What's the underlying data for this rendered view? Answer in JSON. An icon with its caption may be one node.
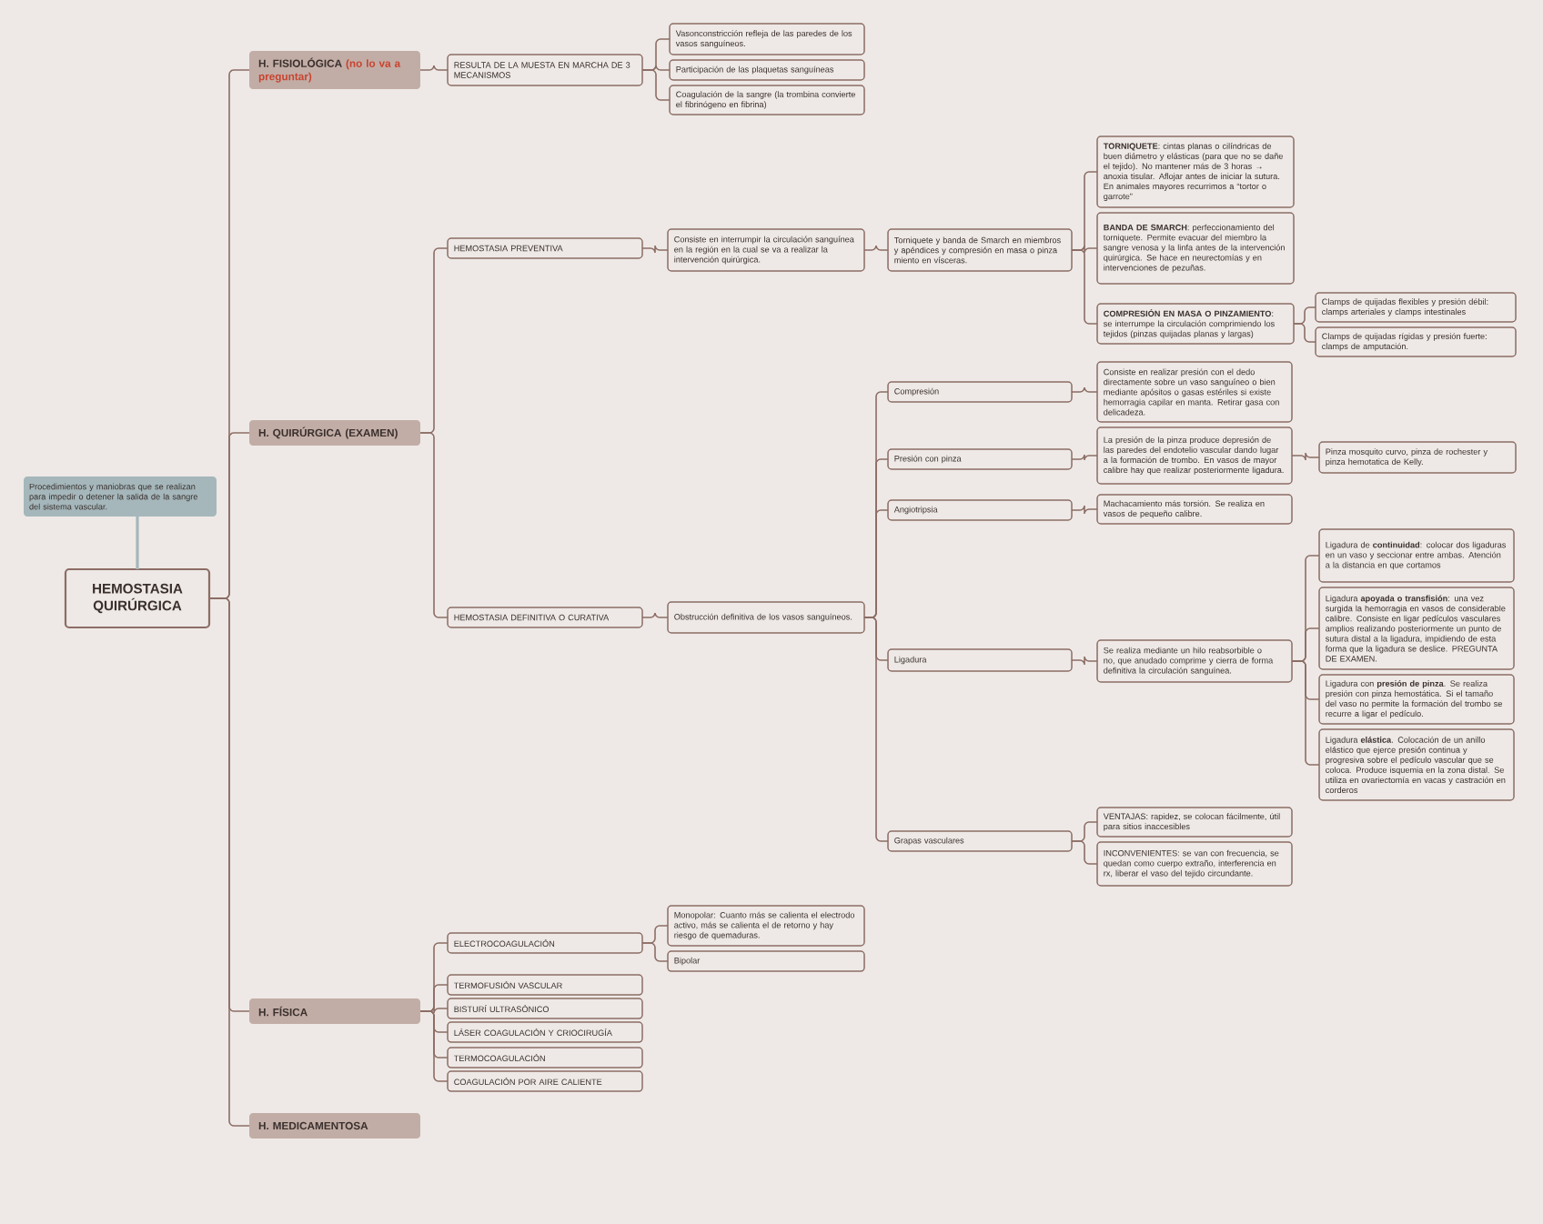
{
  "diagram": {
    "nodes": [
      {
        "text": [
          "HEMOSTASIA QUIRÚRGICA"
        ]
      },
      {
        "text": [
          "Procedimientos y maniobras que se realizan para impedir o detener la salida de la sangre del sistema vascular."
        ]
      },
      {
        "text": [
          "H. FISIOLÓGICA",
          "(no lo va a preguntar)"
        ]
      },
      {
        "text": [
          "RESULTA DE LA MUESTA EN MARCHA DE 3 MECANISMOS"
        ]
      },
      {
        "text": [
          "Vasonconstricción refleja de las paredes de los vasos sanguíneos."
        ]
      },
      {
        "text": [
          "Participación de las plaquetas sanguíneas"
        ]
      },
      {
        "text": [
          "Coagulación de la sangre (la trombina convierte el fibrinógeno en fibrina)"
        ]
      },
      {
        "text": [
          "H. QUIRÚRGICA (EXAMEN)"
        ]
      },
      {
        "text": [
          "HEMOSTASIA PREVENTIVA"
        ]
      },
      {
        "text": [
          "Consiste en interrumpir la circulación sanguínea en la región en la cual se va a realizar la intervención quirúrgica."
        ]
      },
      {
        "text": [
          "Torniquete y banda de Smarch en miembros y apéndices y compresión en masa o pinza miento en vísceras."
        ]
      },
      {
        "text": [
          "**TORNIQUETE**: cintas planas o cilíndricas de buen diámetro y elásticas (para que no se dañe el tejido). No mantener más de 3 horas → anoxia tisular. Aflojar antes de iniciar la sutura. En animales mayores recurrimos a “tortor o garrote”"
        ]
      },
      {
        "text": [
          "**BANDA DE SMARCH**: perfeccionamiento del torniquete. Permite evacuar del miembro la sangre venosa y la linfa antes de la intervención quirúrgica. Se hace en neurectomías y en intervenciones de pezuñas."
        ]
      },
      {
        "text": [
          "**COMPRESIÓN EN MASA O PINZAMIENTO**: se interrumpe la circulación comprimiendo los tejidos (pinzas quijadas planas y largas)"
        ]
      },
      {
        "text": [
          "Clamps de quijadas flexibles y presión débil: clamps arteriales y clamps intestinales"
        ]
      },
      {
        "text": [
          "Clamps de quijadas rígidas y presión fuerte: clamps de amputación."
        ]
      },
      {
        "text": [
          "HEMOSTASIA DEFINITIVA O CURATIVA"
        ]
      },
      {
        "text": [
          "Obstrucción definitiva de los vasos sanguíneos."
        ]
      },
      {
        "text": [
          "Compresión"
        ]
      },
      {
        "text": [
          "Consiste en realizar presión con el dedo directamente sobre un vaso sanguíneo o bien mediante apósitos o gasas estériles si existe hemorragia capilar en manta. Retirar gasa con delicadeza."
        ]
      },
      {
        "text": [
          "Presión con pinza"
        ]
      },
      {
        "text": [
          "La presión de la pinza produce depresión de las paredes del endotelio vascular dando lugar a la formación de trombo. En vasos de mayor calibre hay que realizar posteriormente ligadura."
        ]
      },
      {
        "text": [
          "Pinza mosquito curvo, pinza de rochester y pinza hemotatica de Kelly."
        ]
      },
      {
        "text": [
          "Angiotripsia"
        ]
      },
      {
        "text": [
          "Machacamiento más torsión. Se realiza en vasos de pequeño calibre."
        ]
      },
      {
        "text": [
          "Ligadura"
        ]
      },
      {
        "text": [
          "Se realiza mediante un hilo reabsorbible o no, que anudado comprime y cierra de forma definitiva la circulación sanguínea."
        ]
      },
      {
        "text": [
          "Ligadura de **continuidad**: colocar dos ligaduras en un vaso y seccionar entre ambas. Atención a la distancia en que cortamos"
        ]
      },
      {
        "text": [
          "Ligadura **apoyada o transfisión**: una vez surgida la hemorragia en vasos de considerable calibre. Consiste en ligar pedículos vasculares amplios realizando posteriormente un punto de sutura distal a la ligadura, impidiendo de esta forma que la ligadura se deslice. PREGUNTA DE EXAMEN."
        ]
      },
      {
        "text": [
          "Ligadura con **presión de pinza**. Se realiza presión con pinza hemostática. Si el tamaño del vaso no permite la formación del trombo se recurre a ligar el pedículo."
        ]
      },
      {
        "text": [
          "Ligadura **elástica**. Colocación de un anillo elástico que ejerce presión continua y progresiva sobre el pedículo vascular que se coloca. Produce isquemia en la zona distal. Se utiliza en ovariectomía en vacas y castración en corderos"
        ]
      },
      {
        "text": [
          "Grapas vasculares"
        ]
      },
      {
        "text": [
          "VENTAJAS: rapidez, se colocan fácilmente, útil para sitios inaccesibles"
        ]
      },
      {
        "text": [
          "INCONVENIENTES: se van con frecuencia, se quedan como cuerpo extraño, interferencia en rx, liberar el vaso del tejido circundante."
        ]
      },
      {
        "text": [
          "H. FÍSICA"
        ]
      },
      {
        "text": [
          "ELECTROCOAGULACIÓN"
        ]
      },
      {
        "text": [
          "Monopolar: Cuanto más se calienta el electrodo activo, más se calienta el de retorno y hay riesgo de quemaduras."
        ]
      },
      {
        "text": [
          "Bipolar"
        ]
      },
      {
        "text": [
          "TERMOFUSIÓN VASCULAR"
        ]
      },
      {
        "text": [
          "BISTURÍ ULTRASÓNICO"
        ]
      },
      {
        "text": [
          "LÁSER COAGULACIÓN Y CRIOCIRUGÍA"
        ]
      },
      {
        "text": [
          "TERMOCOAGULACIÓN"
        ]
      },
      {
        "text": [
          "COAGULACIÓN POR AIRE CALIENTE"
        ]
      },
      {
        "text": [
          "H. MEDICAMENTOSA"
        ]
      }
    ],
    "edges": [
      {
        "from": 1,
        "to": 0,
        "arrow": "none",
        "color": "#a5b7bb"
      },
      {
        "from": 0,
        "to": 2,
        "arrow": "none"
      },
      {
        "from": 2,
        "to": 3,
        "arrow": "none"
      },
      {
        "from": 3,
        "to": 4,
        "arrow": "none"
      },
      {
        "from": 3,
        "to": 5,
        "arrow": "none"
      },
      {
        "from": 3,
        "to": 6,
        "arrow": "none"
      },
      {
        "from": 0,
        "to": 7,
        "arrow": "none"
      },
      {
        "from": 7,
        "to": 8,
        "arrow": "none"
      },
      {
        "from": 8,
        "to": 9,
        "arrow": "none"
      },
      {
        "from": 9,
        "to": 10,
        "arrow": "none"
      },
      {
        "from": 10,
        "to": 11,
        "arrow": "none"
      },
      {
        "from": 10,
        "to": 12,
        "arrow": "none"
      },
      {
        "from": 10,
        "to": 13,
        "arrow": "none"
      },
      {
        "from": 13,
        "to": 14,
        "arrow": "none"
      },
      {
        "from": 13,
        "to": 15,
        "arrow": "none"
      },
      {
        "from": 7,
        "to": 16,
        "arrow": "none"
      },
      {
        "from": 16,
        "to": 17,
        "arrow": "none"
      },
      {
        "from": 17,
        "to": 18,
        "arrow": "none"
      },
      {
        "from": 18,
        "to": 19,
        "arrow": "none"
      },
      {
        "from": 17,
        "to": 20,
        "arrow": "none"
      },
      {
        "from": 20,
        "to": 21,
        "arrow": "none"
      },
      {
        "from": 21,
        "to": 22,
        "arrow": "none"
      },
      {
        "from": 17,
        "to": 23,
        "arrow": "none"
      },
      {
        "from": 23,
        "to": 24,
        "arrow": "none"
      },
      {
        "from": 17,
        "to": 25,
        "arrow": "none"
      },
      {
        "from": 25,
        "to": 26,
        "arrow": "none"
      },
      {
        "from": 26,
        "to": 27,
        "arrow": "none"
      },
      {
        "from": 26,
        "to": 28,
        "arrow": "none"
      },
      {
        "from": 26,
        "to": 29,
        "arrow": "none"
      },
      {
        "from": 26,
        "to": 30,
        "arrow": "none"
      },
      {
        "from": 17,
        "to": 31,
        "arrow": "none"
      },
      {
        "from": 31,
        "to": 32,
        "arrow": "none"
      },
      {
        "from": 31,
        "to": 33,
        "arrow": "none"
      },
      {
        "from": 0,
        "to": 34,
        "arrow": "none"
      },
      {
        "from": 34,
        "to": 35,
        "arrow": "none"
      },
      {
        "from": 35,
        "to": 36,
        "arrow": "none"
      },
      {
        "from": 35,
        "to": 37,
        "arrow": "none"
      },
      {
        "from": 34,
        "to": 38,
        "arrow": "none"
      },
      {
        "from": 34,
        "to": 39,
        "arrow": "none"
      },
      {
        "from": 34,
        "to": 40,
        "arrow": "none"
      },
      {
        "from": 34,
        "to": 41,
        "arrow": "none"
      },
      {
        "from": 34,
        "to": 42,
        "arrow": "none"
      },
      {
        "from": 0,
        "to": 43,
        "arrow": "none"
      }
    ]
  }
}
